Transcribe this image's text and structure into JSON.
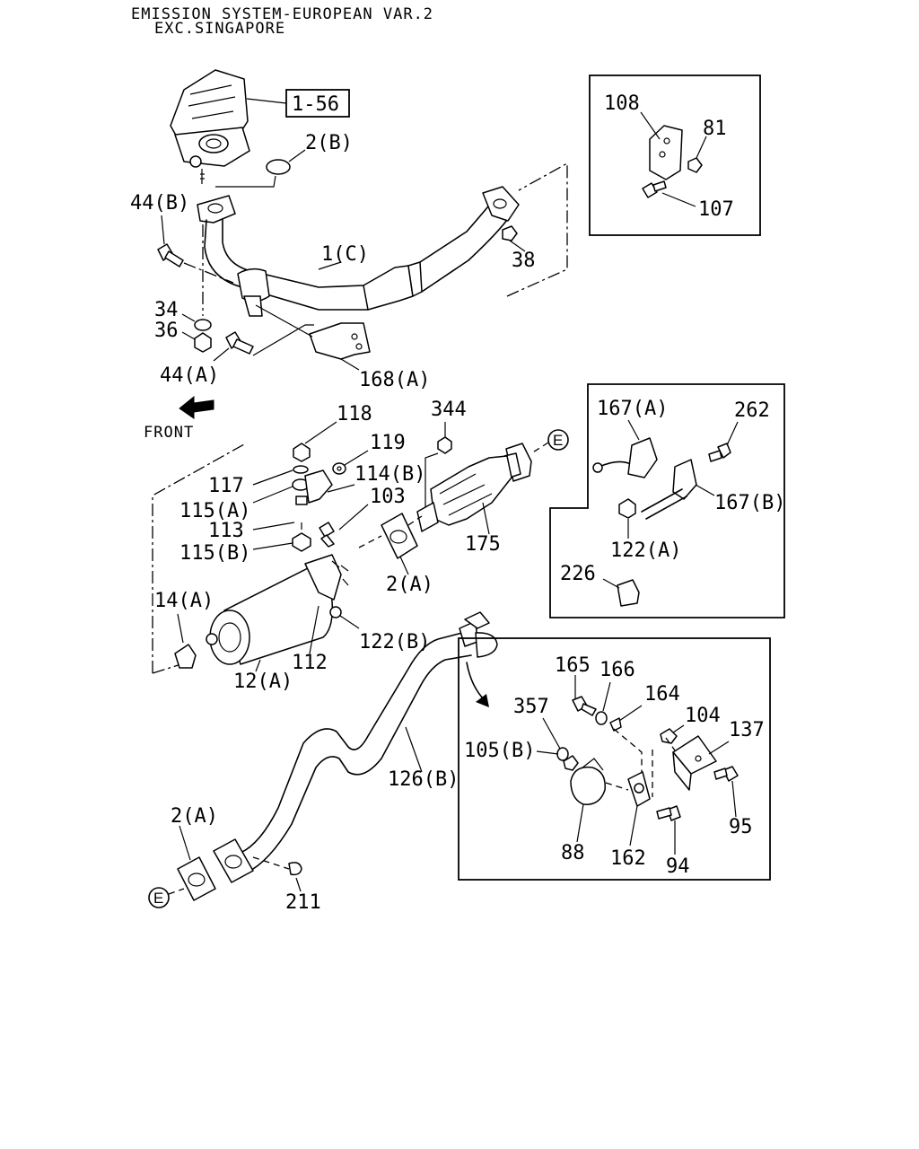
{
  "title": {
    "line1": "EMISSION SYSTEM-EUROPEAN VAR.2",
    "line2": "EXC.SINGAPORE"
  },
  "front_label": "FRONT",
  "reference_box": "1-56",
  "connector_symbol": "E",
  "labels": {
    "p2b": "2(B)",
    "p44b": "44(B)",
    "p1c": "1(C)",
    "p38": "38",
    "p34": "34",
    "p36": "36",
    "p44a": "44(A)",
    "p168a": "168(A)",
    "p108": "108",
    "p81": "81",
    "p107": "107",
    "p118": "118",
    "p344": "344",
    "p119": "119",
    "p117": "117",
    "p114b": "114(B)",
    "p115a": "115(A)",
    "p103": "103",
    "p113": "113",
    "p115b": "115(B)",
    "p175": "175",
    "p2a_mid": "2(A)",
    "p14a": "14(A)",
    "p122b": "122(B)",
    "p112": "112",
    "p12a": "12(A)",
    "p167a": "167(A)",
    "p262": "262",
    "p167b": "167(B)",
    "p122a": "122(A)",
    "p226": "226",
    "p165": "165",
    "p166": "166",
    "p164": "164",
    "p357": "357",
    "p104": "104",
    "p137": "137",
    "p105b": "105(B)",
    "p95": "95",
    "p88": "88",
    "p162": "162",
    "p94": "94",
    "p126b": "126(B)",
    "p2a_low": "2(A)",
    "p211": "211"
  }
}
